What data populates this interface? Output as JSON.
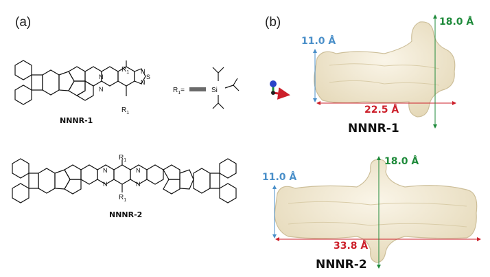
{
  "panel_a": {
    "label": "(a)",
    "compound1": "NNNR-1",
    "compound2": "NNNR-2",
    "substituent_symbol": "R",
    "substituent_subscript": "1",
    "r1_definition_prefix": "R",
    "silicon_label": "Si",
    "heteroatom_n": "N",
    "heteroatom_s": "S"
  },
  "panel_b": {
    "label": "(b)",
    "nnnr1": {
      "name": "NNNR-1",
      "width_label": "22.5 Å",
      "height_label": "11.0 Å",
      "depth_label": "18.0 Å"
    },
    "nnnr2": {
      "name": "NNNR-2",
      "width_label": "33.8 Å",
      "height_label": "11.0 Å",
      "depth_label": "18.0 Å"
    }
  },
  "colors": {
    "width_dim": "#cc1f2a",
    "height_dim": "#4a8fc9",
    "depth_dim": "#1e8a3a",
    "surface_fill": "#efe6cf",
    "surface_stroke": "#cdbf9a"
  }
}
